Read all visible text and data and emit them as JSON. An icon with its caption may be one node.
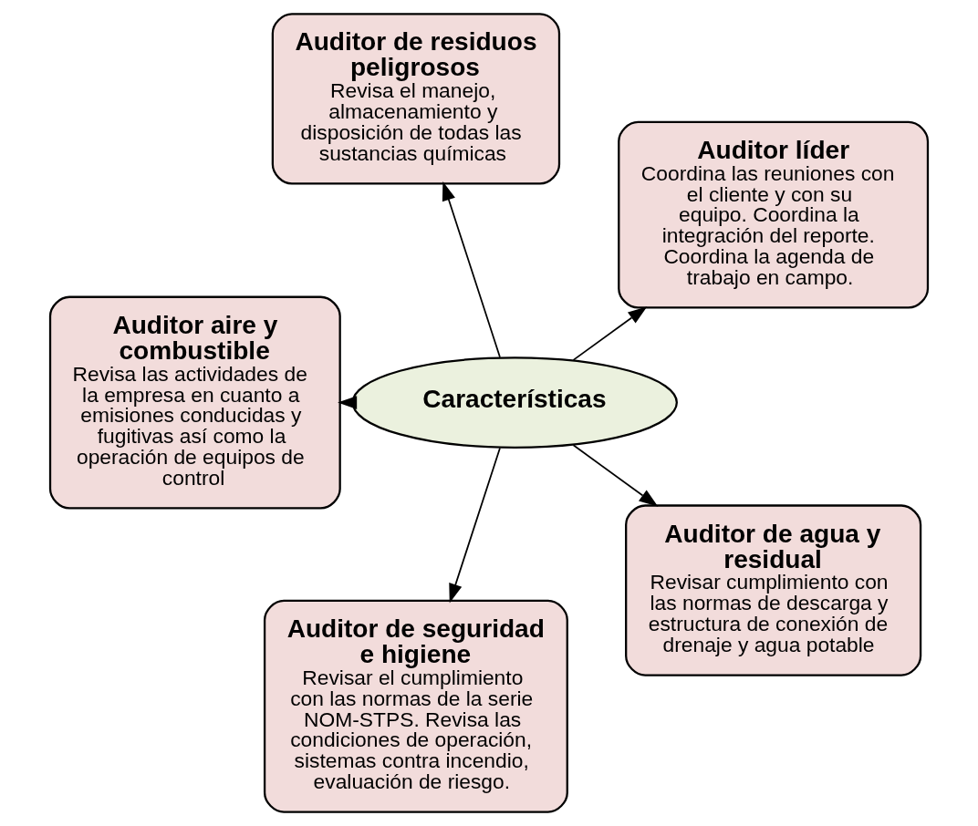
{
  "diagram": {
    "nodes": [
      {
        "text": [
          "Características"
        ]
      },
      {
        "text": [
          "Auditor líder",
          "Coordina las reuniones con el cliente y con su equipo. Coordina la integración del reporte. Coordina la agenda de trabajo en campo."
        ]
      },
      {
        "text": [
          "Auditor de residuos peligrosos",
          "Revisa el manejo, almacenamiento y disposición de todas las sustancias químicas"
        ]
      },
      {
        "text": [
          "Auditor aire y combustible",
          "Revisa las actividades de la empresa en cuanto a emisiones conducidas y fugitivas así como la operación de equipos de control"
        ]
      },
      {
        "text": [
          "Auditor de seguridad e higiene",
          "Revisar el cumplimiento con las normas de la serie NOM-STPS. Revisa las condiciones de operación, sistemas contra incendio, evaluación de riesgo."
        ]
      },
      {
        "text": [
          "Auditor de agua y residual",
          "Revisar cumplimiento con las normas de descarga y estructura de conexión de drenaje y agua potable"
        ]
      }
    ],
    "edges": [
      {
        "from": 0,
        "to": 1,
        "arrow": "to"
      },
      {
        "from": 0,
        "to": 2,
        "arrow": "to"
      },
      {
        "from": 0,
        "to": 3,
        "arrow": "to"
      },
      {
        "from": 0,
        "to": 4,
        "arrow": "to"
      },
      {
        "from": 0,
        "to": 5,
        "arrow": "to"
      }
    ]
  }
}
